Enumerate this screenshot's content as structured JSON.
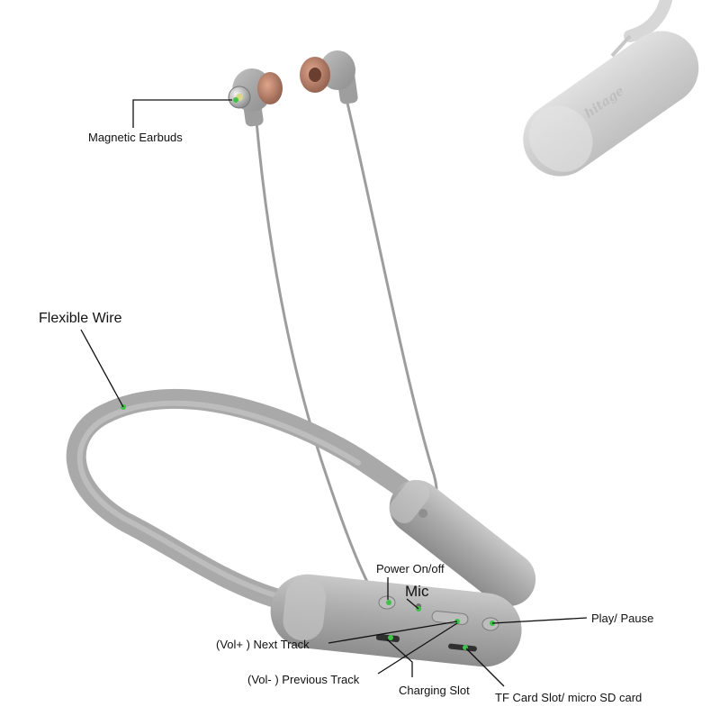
{
  "product": {
    "brand_text": "hitage"
  },
  "callouts": {
    "magnetic_earbuds": "Magnetic Earbuds",
    "flexible_wire": "Flexible Wire",
    "power": "Power On/off",
    "mic": "Mic",
    "play_pause": "Play/ Pause",
    "vol_up": "(Vol+ )  Next Track",
    "vol_down": "(Vol- )  Previous Track",
    "charging": "Charging Slot",
    "tf_card": "TF Card Slot/ micro SD card"
  },
  "colors": {
    "body": "#a9a9a9",
    "cable": "#b0b0b0",
    "accent_green": "#3ec24a",
    "ear_tip": "#c9846a",
    "leader_line": "#111111"
  }
}
